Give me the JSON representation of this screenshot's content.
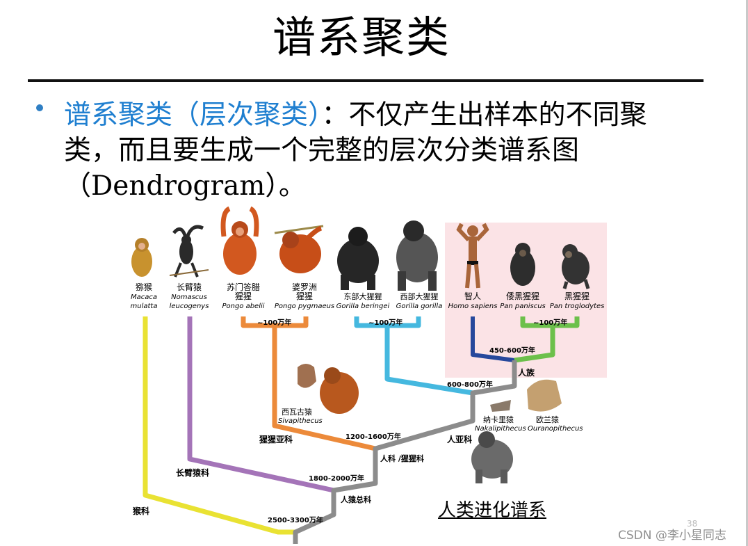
{
  "slide": {
    "title": "谱系聚类",
    "bullet_highlight": "谱系聚类（层次聚类）",
    "bullet_rest": "：不仅产生出样本的不同聚类，而且要生成一个完整的层次分类谱系图（Dendrogram）。"
  },
  "species": [
    {
      "cn": "猕猴",
      "latin": [
        "Macaca",
        "mulatta"
      ],
      "fur": "#c8922e"
    },
    {
      "cn": "长臂猿",
      "latin": [
        "Nomascus",
        "leucogenys"
      ],
      "fur": "#2a2a2a"
    },
    {
      "cn": "苏门答腊猩猩",
      "latin": [
        "Pongo abelii"
      ],
      "fur": "#d2581f"
    },
    {
      "cn": "婆罗洲猩猩",
      "latin": [
        "Pongo pygmaeus"
      ],
      "fur": "#c74e18"
    },
    {
      "cn": "东部大猩猩",
      "latin": [
        "Gorilla beringei"
      ],
      "fur": "#262626"
    },
    {
      "cn": "西部大猩猩",
      "latin": [
        "Gorilla gorilla"
      ],
      "fur": "#555555"
    },
    {
      "cn": "智人",
      "latin": [
        "Homo sapiens"
      ],
      "fur": "#a9653a"
    },
    {
      "cn": "倭黑猩猩",
      "latin": [
        "Pan paniscus"
      ],
      "fur": "#2d2d2d"
    },
    {
      "cn": "黑猩猩",
      "latin": [
        "Pan troglodytes"
      ],
      "fur": "#333333"
    }
  ],
  "labels": {
    "orang_split": "~100万年",
    "gorilla_split": "~100万年",
    "pan_split": "~100万年",
    "homo_pan": "450-600万年",
    "hominini": "人族",
    "homininae_time": "600-800万年",
    "sivapithecus_cn": "西瓦古猿",
    "sivapithecus_latin": "Sivapithecus",
    "nakali_cn": "纳卡里猿",
    "nakali_latin": "Nakalipithecus",
    "ourano_cn": "欧兰猿",
    "ourano_latin": "Ouranopithecus",
    "ponginae": "猩猩亚科",
    "homininae": "人亚科",
    "hominidae_time": "1200-1600万年",
    "hominidae": "人科 /猩猩科",
    "hylobatidae": "长臂猿科",
    "hominoidea_time": "1800-2000万年",
    "hominoidea": "人猿总科",
    "cercopithecidae": "猴科",
    "root_time": "2500-3300万年"
  },
  "caption": "人类进化谱系",
  "page_number": "38",
  "watermark": "CSDN @李小星同志",
  "colors": {
    "yellow": "#e9e233",
    "purple": "#a474b8",
    "orange": "#ec8a3a",
    "cyan": "#45b8df",
    "navy": "#26489c",
    "green": "#6cc04b",
    "gray": "#8c8c8c",
    "pink_bg": "#fbe3e6",
    "title_blue": "#1f7fd0"
  }
}
